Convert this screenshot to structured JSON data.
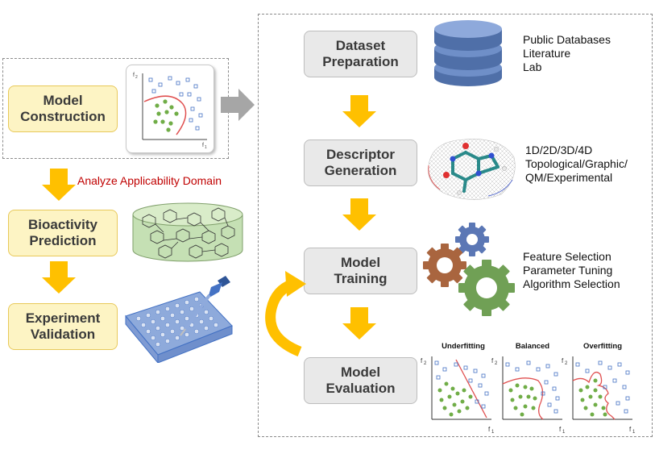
{
  "left": {
    "model_construction": "Model\nConstruction",
    "applicability_label": "Analyze Applicability Domain",
    "bioactivity_prediction": "Bioactivity\nPrediction",
    "experiment_validation": "Experiment\nValidation"
  },
  "right": {
    "steps": [
      {
        "label": "Dataset\nPreparation",
        "note": "Public Databases\nLiterature\nLab"
      },
      {
        "label": "Descriptor\nGeneration",
        "note": "1D/2D/3D/4D\nTopological/Graphic/\nQM/Experimental"
      },
      {
        "label": "Model\nTraining",
        "note": "Feature Selection\nParameter Tuning\nAlgorithm Selection"
      },
      {
        "label": "Model\nEvaluation",
        "note": ""
      }
    ],
    "fit_plots": [
      {
        "title": "Underfitting",
        "ylabel": "f",
        "xlabel": "f"
      },
      {
        "title": "Balanced",
        "ylabel": "f",
        "xlabel": "f"
      },
      {
        "title": "Overfitting",
        "ylabel": "f",
        "xlabel": "f"
      }
    ]
  },
  "colors": {
    "arrow_yellow": "#ffc000",
    "arrow_gray": "#a6a6a6",
    "green_points": "#70ad47",
    "blue_points": "#4472c4",
    "boundary_red": "#e05050",
    "applicability_text": "#c00000"
  },
  "icons": [
    "database-icon",
    "molecule-icon",
    "gears-icon",
    "compound-library-icon",
    "pipette-plate-icon",
    "scatter-plot-icon"
  ]
}
